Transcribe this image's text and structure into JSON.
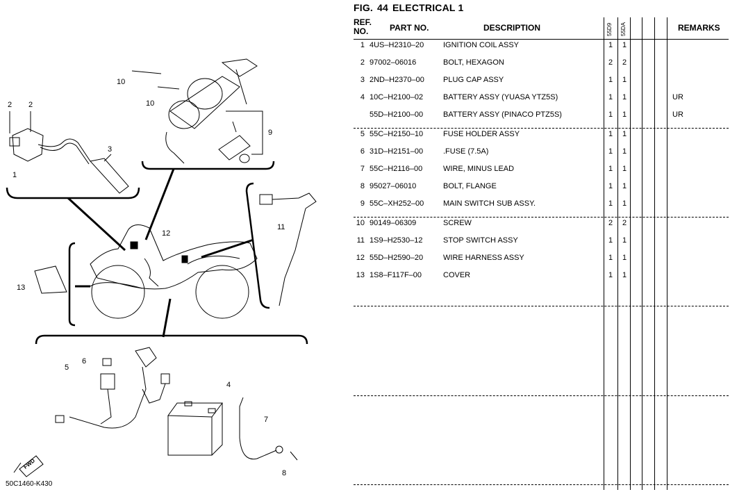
{
  "figure": {
    "fig_label": "FIG.",
    "fig_number": "44",
    "title": "ELECTRICAL 1"
  },
  "headers": {
    "ref_line1": "REF.",
    "ref_line2": "NO.",
    "part_no": "PART NO.",
    "description": "DESCRIPTION",
    "remarks": "REMARKS",
    "models": [
      "55D9",
      "55DA"
    ]
  },
  "rows": [
    {
      "ref": "1",
      "part": "4US–H2310–20",
      "desc": "IGNITION COIL ASSY",
      "q": [
        "1",
        "1"
      ],
      "remarks": ""
    },
    {
      "ref": "2",
      "part": "97002–06016",
      "desc": "BOLT, HEXAGON",
      "q": [
        "2",
        "2"
      ],
      "remarks": ""
    },
    {
      "ref": "3",
      "part": "2ND–H2370–00",
      "desc": "PLUG CAP ASSY",
      "q": [
        "1",
        "1"
      ],
      "remarks": ""
    },
    {
      "ref": "4",
      "part": "10C–H2100–02",
      "desc": "BATTERY ASSY (YUASA YTZ5S)",
      "q": [
        "1",
        "1"
      ],
      "remarks": "UR"
    },
    {
      "ref": "",
      "part": "55D–H2100–00",
      "desc": "BATTERY ASSY (PINACO PTZ5S)",
      "q": [
        "1",
        "1"
      ],
      "remarks": "UR"
    },
    {
      "ref": "5",
      "part": "55C–H2150–10",
      "desc": "FUSE HOLDER ASSY",
      "q": [
        "1",
        "1"
      ],
      "remarks": ""
    },
    {
      "ref": "6",
      "part": "31D–H2151–00",
      "desc": ".FUSE (7.5A)",
      "q": [
        "1",
        "1"
      ],
      "remarks": ""
    },
    {
      "ref": "7",
      "part": "55C–H2116–00",
      "desc": "WIRE, MINUS LEAD",
      "q": [
        "1",
        "1"
      ],
      "remarks": ""
    },
    {
      "ref": "8",
      "part": "95027–06010",
      "desc": "BOLT, FLANGE",
      "q": [
        "1",
        "1"
      ],
      "remarks": ""
    },
    {
      "ref": "9",
      "part": "55C–XH252–00",
      "desc": "MAIN SWITCH SUB ASSY.",
      "q": [
        "1",
        "1"
      ],
      "remarks": ""
    },
    {
      "ref": "10",
      "part": "90149–06309",
      "desc": "SCREW",
      "q": [
        "2",
        "2"
      ],
      "remarks": ""
    },
    {
      "ref": "11",
      "part": "1S9–H2530–12",
      "desc": "STOP SWITCH ASSY",
      "q": [
        "1",
        "1"
      ],
      "remarks": ""
    },
    {
      "ref": "12",
      "part": "55D–H2590–20",
      "desc": "WIRE HARNESS ASSY",
      "q": [
        "1",
        "1"
      ],
      "remarks": ""
    },
    {
      "ref": "13",
      "part": "1S8–F117F–00",
      "desc": "COVER",
      "q": [
        "1",
        "1"
      ],
      "remarks": ""
    }
  ],
  "diagram": {
    "callouts": [
      "1",
      "2",
      "2",
      "3",
      "10",
      "10",
      "9",
      "11",
      "12",
      "13",
      "5",
      "6",
      "4",
      "7",
      "8"
    ],
    "fwd_label": "FWD",
    "catalog_code": "50C1460-K430"
  }
}
